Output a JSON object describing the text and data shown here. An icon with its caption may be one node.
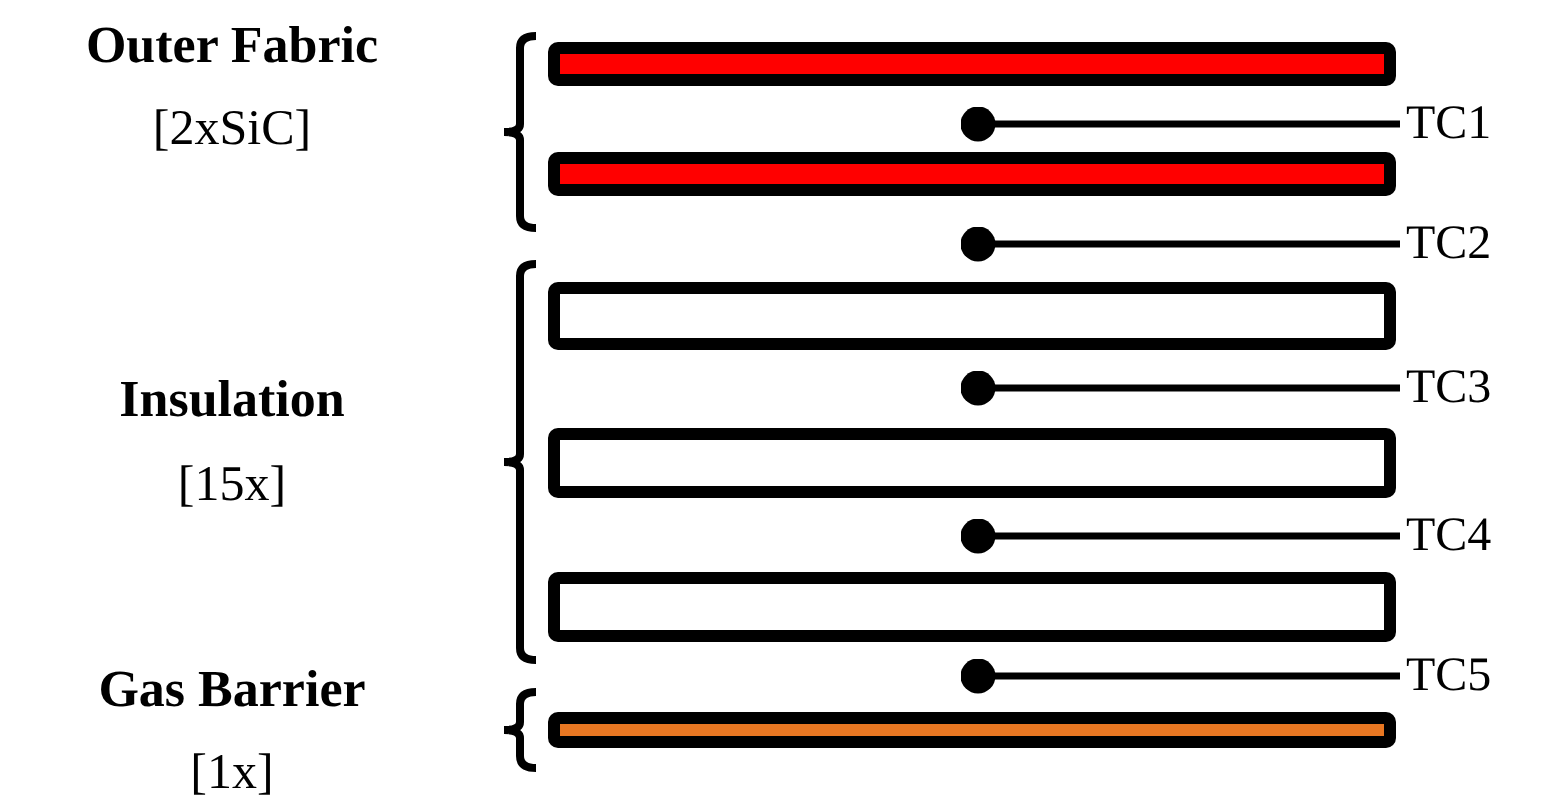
{
  "diagram": {
    "nodes": [
      {
        "text": [
          "TC1"
        ]
      },
      {
        "text": [
          "TC2"
        ]
      },
      {
        "text": [
          "TC3"
        ]
      },
      {
        "text": [
          "TC4"
        ]
      },
      {
        "text": [
          "TC5"
        ]
      }
    ],
    "edges": [
      {
        "from": 0,
        "to": null,
        "arrow": "other"
      },
      {
        "from": 1,
        "to": null,
        "arrow": "other"
      },
      {
        "from": 2,
        "to": null,
        "arrow": "other"
      },
      {
        "from": 3,
        "to": null,
        "arrow": "other"
      },
      {
        "from": 4,
        "to": null,
        "arrow": "other"
      }
    ],
    "labels": [
      "Outer Fabric",
      "[2xSiC]",
      "Insulation",
      "[15x]",
      "Gas Barrier",
      "[1x]"
    ]
  }
}
